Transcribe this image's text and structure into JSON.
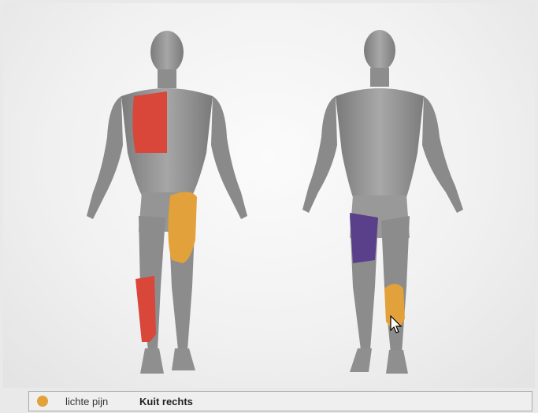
{
  "legend": {
    "pain_level": "lichte pijn",
    "selected_region": "Kuit rechts"
  },
  "colors": {
    "severe": "#d9463a",
    "light": "#e2a13a",
    "other": "#5a3f8a",
    "skin": "#9a9a9a"
  },
  "views": [
    "front",
    "back"
  ],
  "marked_regions": [
    {
      "view": "front",
      "region": "chest-right",
      "severity": "severe"
    },
    {
      "view": "front",
      "region": "thigh-left-front",
      "severity": "light"
    },
    {
      "view": "front",
      "region": "shin-right",
      "severity": "severe"
    },
    {
      "view": "back",
      "region": "hamstring-left",
      "severity": "other"
    },
    {
      "view": "back",
      "region": "calf-right",
      "severity": "light"
    }
  ]
}
